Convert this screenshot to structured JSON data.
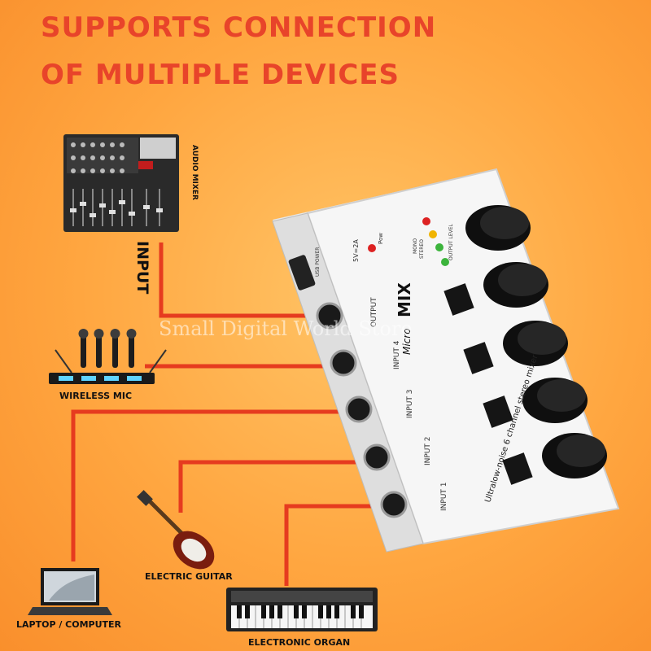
{
  "headline": {
    "line1": "SUPPORTS CONNECTION",
    "line2": "OF MULTIPLE DEVICES"
  },
  "devices": {
    "audio_mixer": "AUDIO MIXER",
    "input_label": "INPUT",
    "wireless_mic": "WIRELESS MIC",
    "laptop": "LAPTOP / COMPUTER",
    "guitar": "ELECTRIC GUITAR",
    "organ": "ELECTRONIC ORGAN"
  },
  "mixer_panel": {
    "brand": "MIX",
    "brand_prefix": "Micro",
    "description": "Ultralow-noise 6 channel stereo mixer",
    "output": "OUTPUT",
    "inputs": [
      "INPUT 1",
      "INPUT 2",
      "INPUT 3",
      "INPUT 4"
    ],
    "power": "5V=2A",
    "pow": "Pow",
    "mono": "MONO",
    "stereo": "STEREO",
    "output_level": "OUTPUT LEVEL",
    "usb_power": "USB POWER"
  },
  "watermark": "Small Digital World Store",
  "colors": {
    "headline": "#e8442a",
    "cable": "#e63b1f",
    "background": "#ffa640"
  },
  "icons": [
    "audio-mixer-icon",
    "wireless-mic-icon",
    "laptop-icon",
    "electric-guitar-icon",
    "electronic-organ-icon",
    "knob-icon"
  ]
}
